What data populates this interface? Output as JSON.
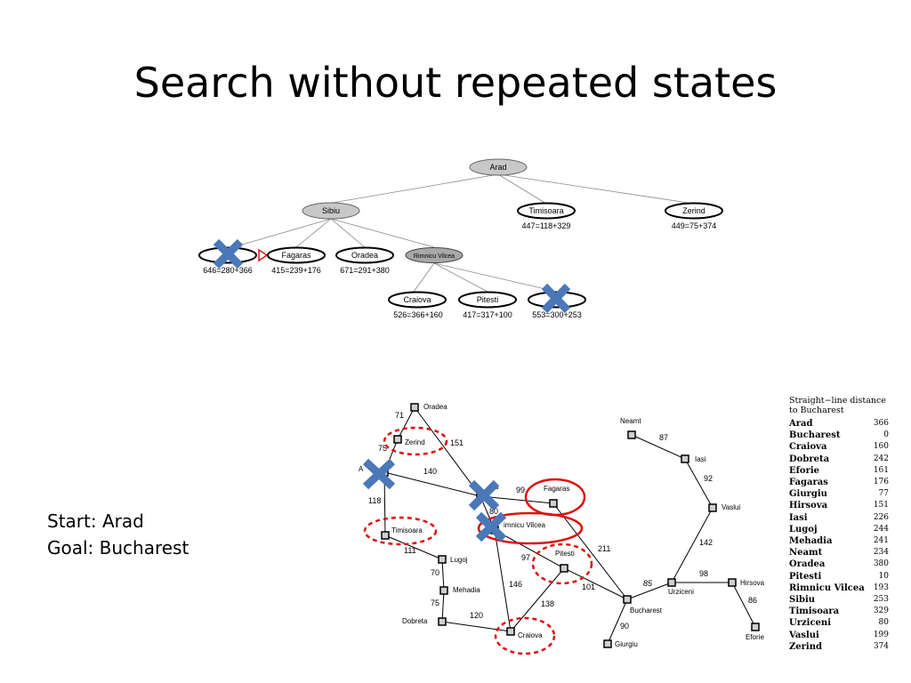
{
  "slide": {
    "title": "Search without repeated states",
    "start_label": "Start: Arad",
    "goal_label": "Goal: Bucharest"
  },
  "tree": {
    "root": {
      "label": "Arad"
    },
    "level1": [
      {
        "label": "Sibiu",
        "value": ""
      },
      {
        "label": "Timisoara",
        "value": "447=118+329"
      },
      {
        "label": "Zerind",
        "value": "449=75+374"
      }
    ],
    "level2": [
      {
        "label": "",
        "value": "646=280+366",
        "crossed": true
      },
      {
        "label": "Fagaras",
        "value": "415=239+176"
      },
      {
        "label": "Oradea",
        "value": "671=291+380"
      },
      {
        "label": "Rimnicu Vilcea",
        "value": ""
      }
    ],
    "level3": [
      {
        "label": "Craiova",
        "value": "526=366+160"
      },
      {
        "label": "Pitesti",
        "value": "417=317+100"
      },
      {
        "label": "",
        "value": "553=300+253",
        "crossed": true
      }
    ]
  },
  "map": {
    "cities": {
      "oradea": "Oradea",
      "zerind": "Zerind",
      "arad": "A",
      "timisoara": "Timisoara",
      "lugoj": "Lugoj",
      "mehadia": "Mehadia",
      "dobreta": "Dobreta",
      "sibiu": "u",
      "rimnicu": "imnicu Vilcea",
      "fagaras": "Fagaras",
      "pitesti": "Pitesti",
      "craiova": "Craiova",
      "bucharest": "Bucharest",
      "giurgiu": "Giurgiu",
      "urziceni": "Urziceni",
      "hirsova": "Hirsova",
      "eforie": "Eforie",
      "vaslui": "Vaslui",
      "iasi": "Iasi",
      "neamt": "Neamt"
    },
    "roads": {
      "oradea_zerind": "71",
      "zerind_arad": "75",
      "oradea_sibiu": "151",
      "arad_sibiu": "140",
      "arad_timisoara": "118",
      "timisoara_lugoj": "111",
      "lugoj_mehadia": "70",
      "mehadia_dobreta": "75",
      "dobreta_craiova": "120",
      "sibiu_fagaras": "99",
      "sibiu_rimnicu": "80",
      "rimnicu_pitesti": "97",
      "rimnicu_craiova": "146",
      "pitesti_craiova": "138",
      "fagaras_bucharest": "211",
      "pitesti_bucharest": "101",
      "bucharest_giurgiu": "90",
      "bucharest_urziceni": "85",
      "urziceni_hirsova": "98",
      "hirsova_eforie": "86",
      "urziceni_vaslui": "142",
      "vaslui_iasi": "92",
      "iasi_neamt": "87"
    }
  },
  "heuristic_table": {
    "title_line1": "Straight−line distance",
    "title_line2": "to Bucharest",
    "rows": [
      {
        "city": "Arad",
        "dist": "366"
      },
      {
        "city": "Bucharest",
        "dist": "0"
      },
      {
        "city": "Craiova",
        "dist": "160"
      },
      {
        "city": "Dobreta",
        "dist": "242"
      },
      {
        "city": "Eforie",
        "dist": "161"
      },
      {
        "city": "Fagaras",
        "dist": "176"
      },
      {
        "city": "Giurgiu",
        "dist": "77"
      },
      {
        "city": "Hirsova",
        "dist": "151"
      },
      {
        "city": "Iasi",
        "dist": "226"
      },
      {
        "city": "Lugoj",
        "dist": "244"
      },
      {
        "city": "Mehadia",
        "dist": "241"
      },
      {
        "city": "Neamt",
        "dist": "234"
      },
      {
        "city": "Oradea",
        "dist": "380"
      },
      {
        "city": "Pitesti",
        "dist": "10"
      },
      {
        "city": "Rimnicu Vilcea",
        "dist": "193"
      },
      {
        "city": "Sibiu",
        "dist": "253"
      },
      {
        "city": "Timisoara",
        "dist": "329"
      },
      {
        "city": "Urziceni",
        "dist": "80"
      },
      {
        "city": "Vaslui",
        "dist": "199"
      },
      {
        "city": "Zerind",
        "dist": "374"
      }
    ]
  },
  "colors": {
    "expanded_node": "#c8c8c8",
    "cross": "#4a78b8",
    "circle": "#dd1111"
  }
}
